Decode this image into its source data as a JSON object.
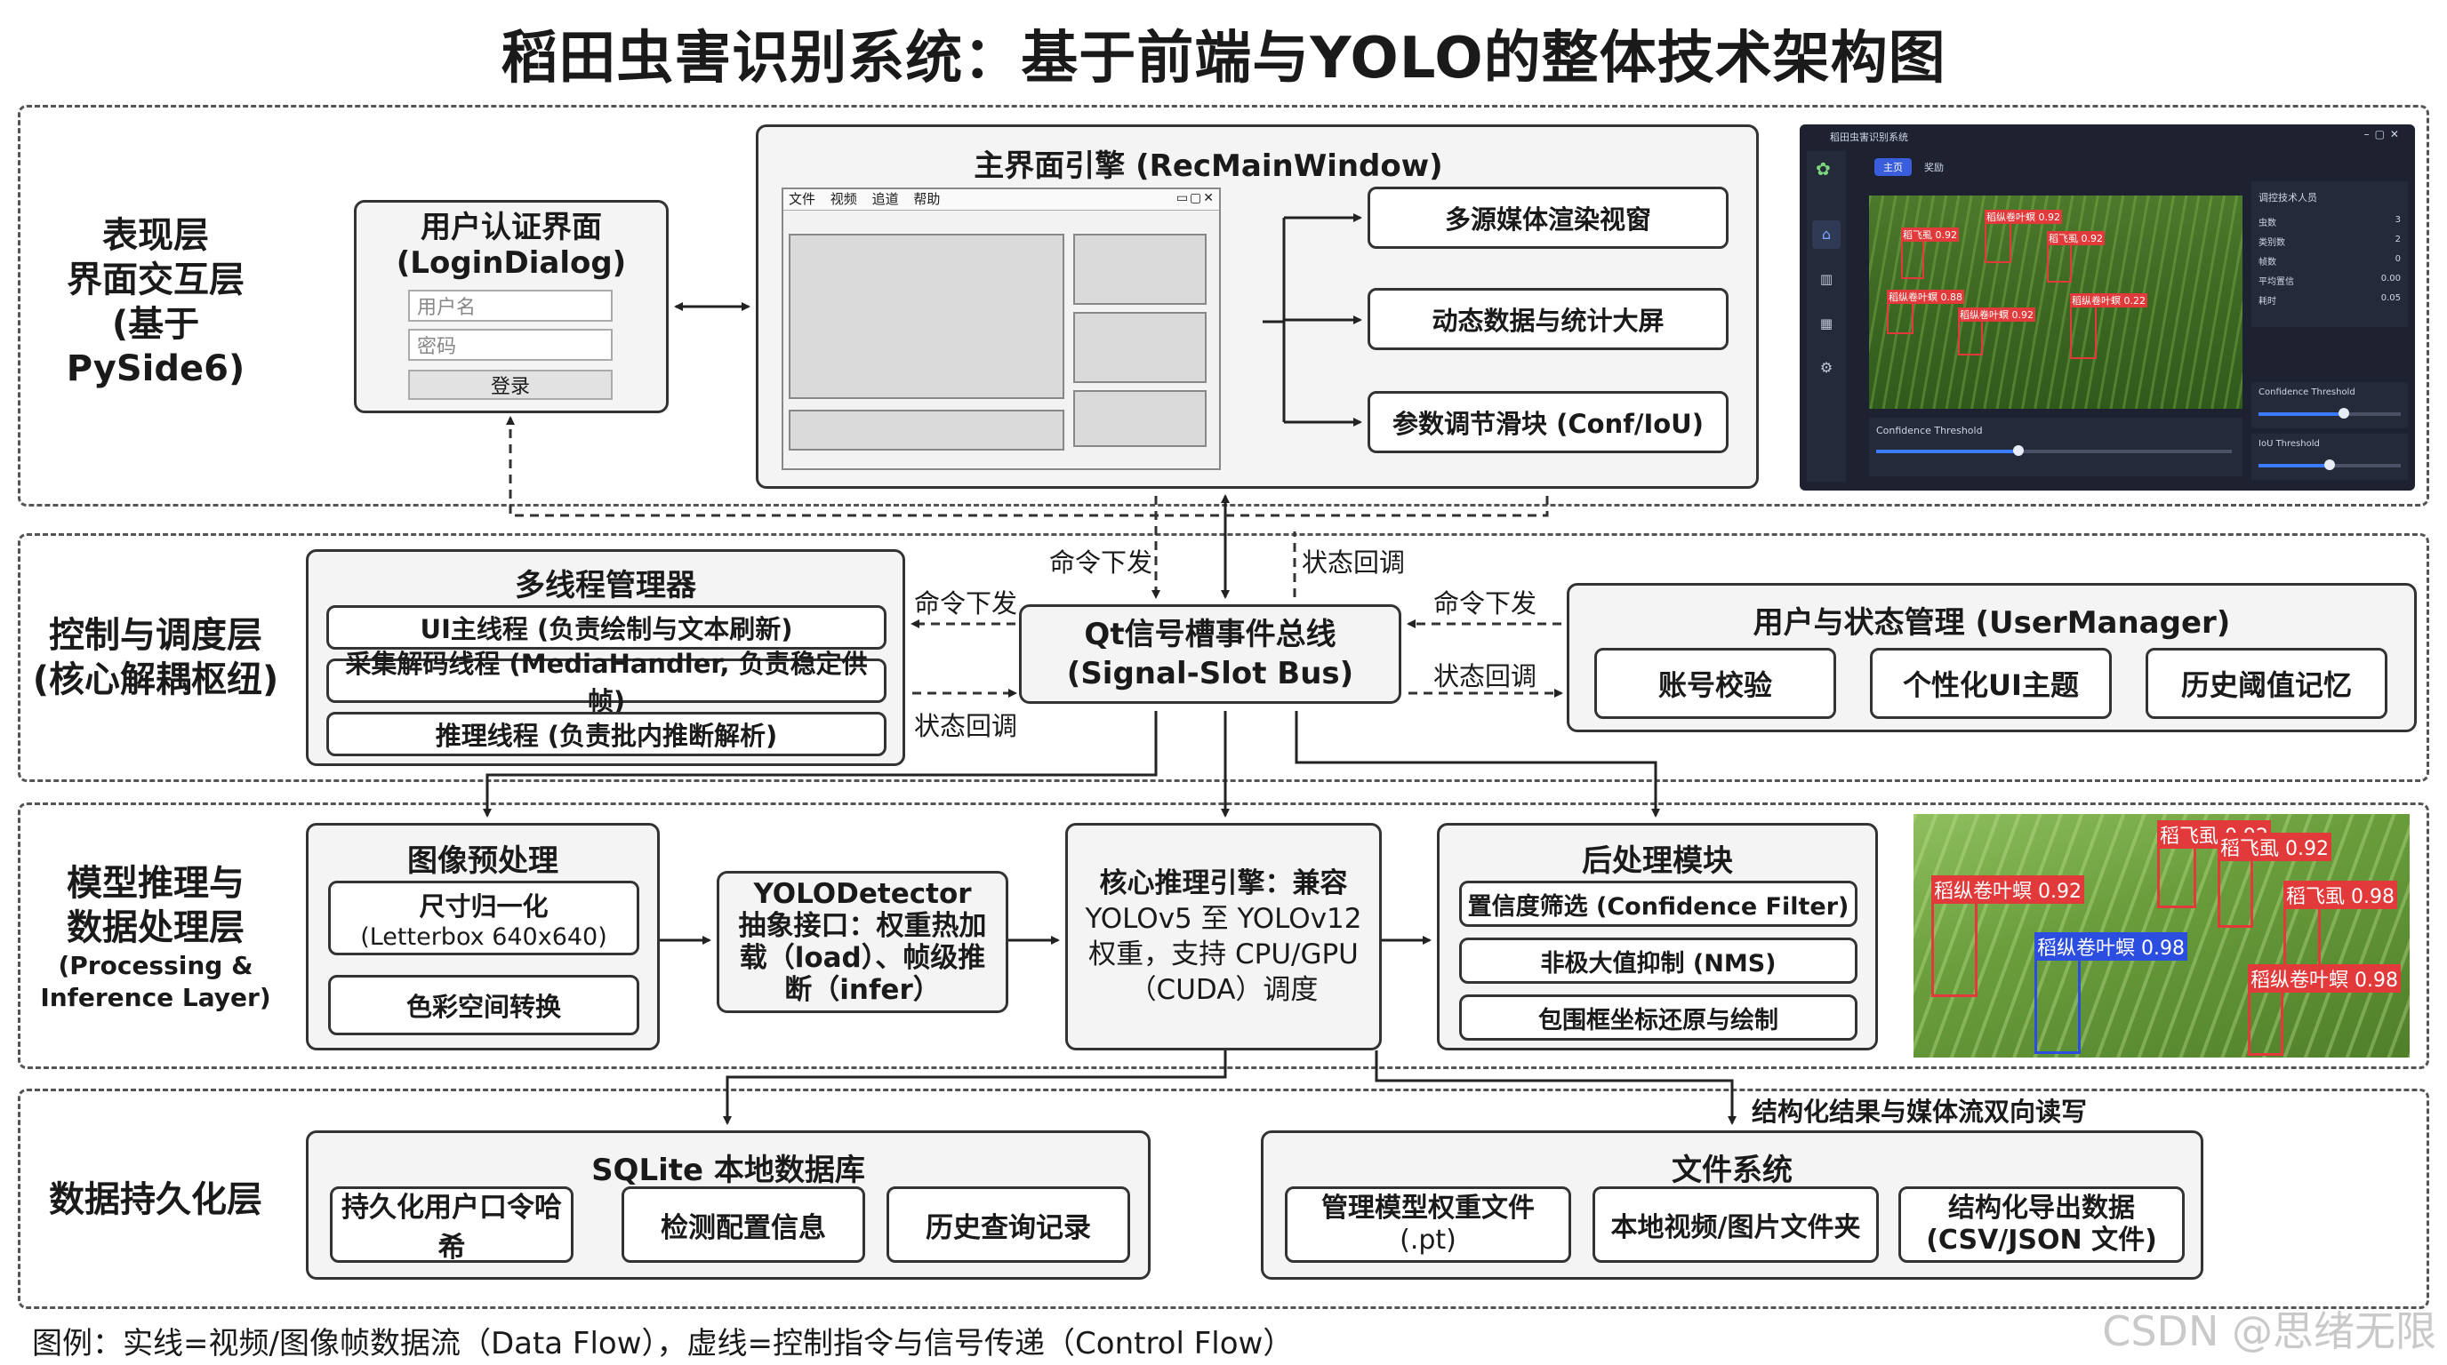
{
  "title": "稻田虫害识别系统：基于前端与YOLO的整体技术架构图",
  "layers": {
    "presentation": {
      "line1": "表现层",
      "line2": "界面交互层",
      "line3": "(基于PySide6)"
    },
    "control": {
      "line1": "控制与调度层",
      "line2": "(核心解耦枢纽)"
    },
    "model": {
      "line1": "模型推理与",
      "line2": "数据处理层",
      "sub1": "(Processing &",
      "sub2": "Inference Layer)"
    },
    "data": {
      "line1": "数据持久化层"
    }
  },
  "login": {
    "title1": "用户认证界面",
    "title2": "(LoginDialog)",
    "username_placeholder": "用户名",
    "password_placeholder": "密码",
    "login_button": "登录"
  },
  "main_window": {
    "title": "主界面引擎 (RecMainWindow)",
    "menu": [
      "文件",
      "视频",
      "追道",
      "帮助"
    ],
    "outputs": [
      "多源媒体渲染视窗",
      "动态数据与统计大屏",
      "参数调节滑块 (Conf/IoU)"
    ]
  },
  "screenshot": {
    "window_title": "稻田虫害识别系统",
    "tabs": [
      "主页",
      "奖励"
    ],
    "detections": [
      "稻纵卷叶螟 0.92",
      "稻飞虱 0.92",
      "稻飞虱 0.92",
      "稻纵卷叶螟 0.88",
      "稻纵卷叶螟 0.22",
      "稻纵卷叶螟 0.92"
    ],
    "panel_title": "调控技术人员",
    "stats": [
      {
        "label": "虫数",
        "value": "3"
      },
      {
        "label": "类别数",
        "value": "2"
      },
      {
        "label": "帧数",
        "value": "0"
      },
      {
        "label": "平均置信",
        "value": "0.00"
      },
      {
        "label": "耗时",
        "value": "0.05"
      }
    ],
    "conf_label": "Confidence Threshold",
    "iou_label": "IoU Threshold",
    "bottom_conf_label": "Confidence Threshold",
    "conf_value": 0.6,
    "iou_value": 0.5,
    "bottom_conf_value": 0.4
  },
  "threads": {
    "title": "多线程管理器",
    "items": [
      "UI主线程 (负责绘制与文本刷新)",
      "采集解码线程 (MediaHandler, 负责稳定供帧)",
      "推理线程 (负责批内推断解析)"
    ]
  },
  "bus": {
    "line1": "Qt信号槽事件总线",
    "line2": "(Signal-Slot Bus)"
  },
  "user_manager": {
    "title": "用户与状态管理 (UserManager)",
    "items": [
      "账号校验",
      "个性化UI主题",
      "历史阈值记忆"
    ]
  },
  "labels": {
    "cmd_top": "命令下发",
    "status_top": "状态回调",
    "cmd_left": "命令下发",
    "status_left": "状态回调",
    "cmd_right": "命令下发",
    "status_right": "状态回调",
    "rw": "结构化结果与媒体流双向读写"
  },
  "preprocess": {
    "title": "图像预处理",
    "item1_l1": "尺寸归一化",
    "item1_l2": "(Letterbox 640x640)",
    "item2": "色彩空间转换"
  },
  "detector": {
    "l1": "YOLODetector",
    "l2": "抽象接口：权重热加",
    "l3": "载（load）、帧级推",
    "l4": "断（infer）"
  },
  "engine": {
    "l1": "核心推理引擎：兼容",
    "l2": "YOLOv5 至 YOLOv12",
    "l3": "权重，支持 CPU/GPU",
    "l4": "（CUDA）调度"
  },
  "postprocess": {
    "title": "后处理模块",
    "items": [
      "置信度筛选 (Confidence Filter)",
      "非极大值抑制 (NMS)",
      "包围框坐标还原与绘制"
    ]
  },
  "detect_photo": {
    "labels": [
      "稻飞虱 0.92",
      "稻飞虱 0.92",
      "稻纵卷叶螟 0.92",
      "稻纵卷叶螟 0.98",
      "稻飞虱 0.98",
      "稻纵卷叶螟 0.98"
    ]
  },
  "sqlite": {
    "title": "SQLite 本地数据库",
    "items": [
      "持久化用户口令哈希",
      "检测配置信息",
      "历史查询记录"
    ]
  },
  "filesystem": {
    "title": "文件系统",
    "item1_l1": "管理模型权重文件",
    "item1_l2": "(.pt)",
    "item2": "本地视频/图片文件夹",
    "item3_l1": "结构化导出数据",
    "item3_l2": "(CSV/JSON 文件)"
  },
  "legend": "图例：实线=视频/图像帧数据流（Data Flow），虚线=控制指令与信号传递（Control Flow）",
  "watermark": "CSDN @思绪无限"
}
